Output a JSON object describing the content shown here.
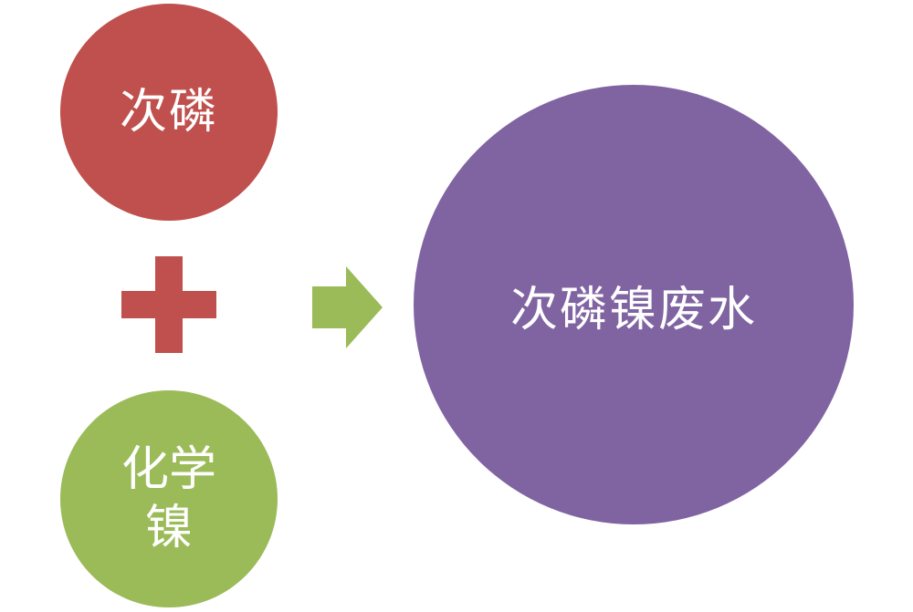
{
  "diagram": {
    "input_top": {
      "label": "次磷",
      "color": "#c0504d"
    },
    "input_bottom": {
      "label": "化学镍",
      "color": "#9bbb59"
    },
    "result": {
      "label": "次磷镍废水",
      "color": "#8064a2"
    },
    "operator_icon": "plus-icon",
    "operator_color": "#c0504d",
    "connector_icon": "arrow-right-icon",
    "connector_color": "#9bbb59"
  }
}
